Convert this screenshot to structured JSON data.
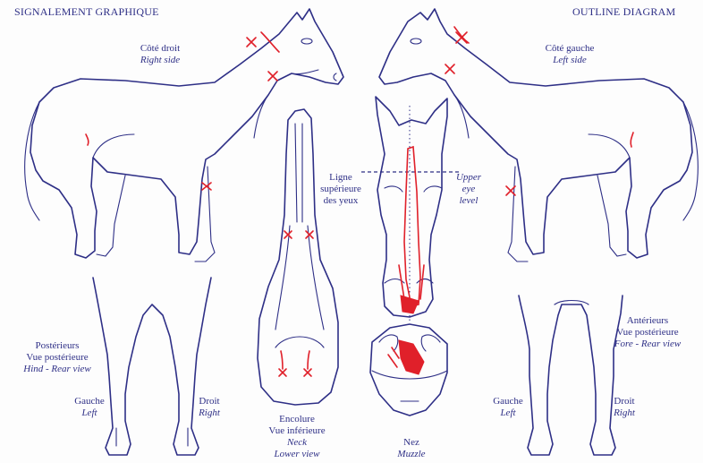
{
  "headers": {
    "left": "SIGNALEMENT GRAPHIQUE",
    "right": "OUTLINE DIAGRAM"
  },
  "views": {
    "right_side": {
      "fr": "Côté droit",
      "en": "Right side"
    },
    "left_side": {
      "fr": "Côté gauche",
      "en": "Left side"
    },
    "eye_line": {
      "fr1": "Ligne",
      "fr2": "supérieure",
      "fr3": "des yeux",
      "en1": "Upper",
      "en2": "eye",
      "en3": "level"
    },
    "hind": {
      "fr1": "Postérieurs",
      "fr2": "Vue postérieure",
      "en": "Hind - Rear view",
      "left_fr": "Gauche",
      "left_en": "Left",
      "right_fr": "Droit",
      "right_en": "Right"
    },
    "neck": {
      "fr1": "Encolure",
      "fr2": "Vue inférieure",
      "en1": "Neck",
      "en2": "Lower view"
    },
    "muzzle": {
      "fr": "Nez",
      "en": "Muzzle"
    },
    "fore": {
      "fr1": "Antérieurs",
      "fr2": "Vue postérieure",
      "en": "Fore - Rear view",
      "left_fr": "Gauche",
      "left_en": "Left",
      "right_fr": "Droit",
      "right_en": "Right"
    }
  },
  "colors": {
    "outline": "#2e2f86",
    "marking": "#e0202a"
  }
}
